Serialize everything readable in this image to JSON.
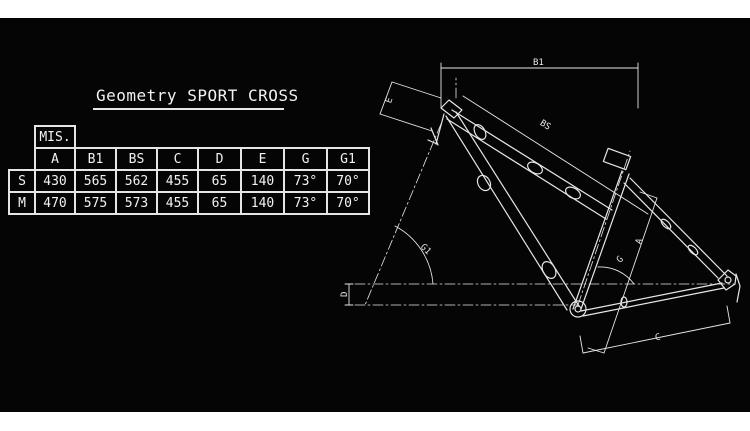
{
  "title": "Geometry SPORT CROSS",
  "table": {
    "group_header": "MIS.",
    "columns": [
      "A",
      "B1",
      "BS",
      "C",
      "D",
      "E",
      "G",
      "G1"
    ],
    "rows": [
      {
        "size": "S",
        "values": [
          "430",
          "565",
          "562",
          "455",
          "65",
          "140",
          "73°",
          "70°"
        ]
      },
      {
        "size": "M",
        "values": [
          "470",
          "575",
          "573",
          "455",
          "65",
          "140",
          "73°",
          "70°"
        ]
      }
    ]
  },
  "diagram": {
    "dimension_labels": {
      "B1": "B1",
      "BS": "BS",
      "E": "E",
      "A": "A",
      "G": "G",
      "G1": "G1",
      "D": "D",
      "C": "C"
    }
  },
  "colors": {
    "background": "#050505",
    "line": "#e6e6e6",
    "page": "#ffffff"
  }
}
